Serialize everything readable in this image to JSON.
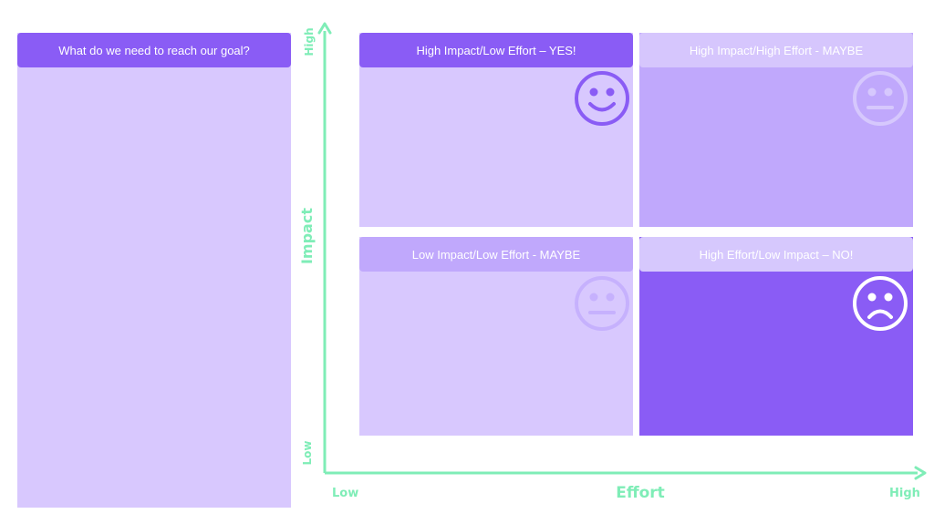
{
  "left_panel": {
    "header": "What do we need to reach our goal?"
  },
  "quadrants": {
    "top_left": {
      "title": "High Impact/Low Effort – YES!",
      "face": "smiley-face"
    },
    "top_right": {
      "title": "High Impact/High Effort - MAYBE",
      "face": "neutral-face"
    },
    "bottom_left": {
      "title": "Low Impact/Low Effort - MAYBE",
      "face": "neutral-face"
    },
    "bottom_right": {
      "title": "High Effort/Low Impact – NO!",
      "face": "sad-face"
    }
  },
  "axes": {
    "y": {
      "label": "Impact",
      "high": "High",
      "low": "Low"
    },
    "x": {
      "label": "Effort",
      "low": "Low",
      "high": "High"
    }
  },
  "colors": {
    "panel": "#d8c8fe",
    "accent": "#8a5cf5",
    "mid": "#c0a8fc",
    "axis": "#7fedb7"
  }
}
